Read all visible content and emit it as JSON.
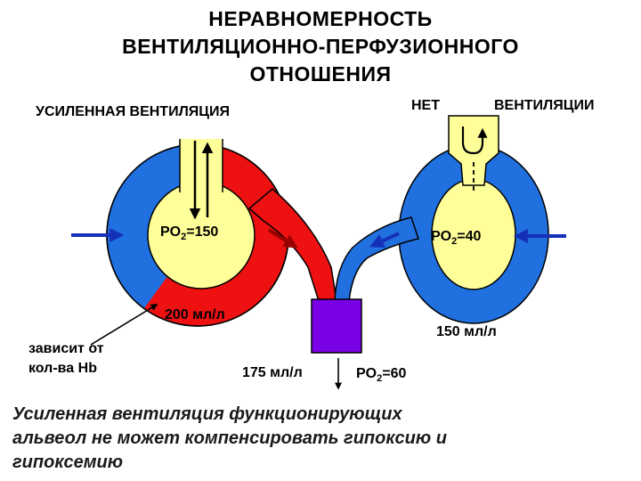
{
  "title": {
    "line1": "НЕРАВНОМЕРНОСТЬ",
    "line2": "ВЕНТИЛЯЦИОННО-ПЕРФУЗИОННОГО",
    "line3": "ОТНОШЕНИЯ"
  },
  "labels": {
    "increased_ventilation": "УСИЛЕННАЯ ВЕНТИЛЯЦИЯ",
    "no_ventilation_part1": "НЕТ",
    "no_ventilation_part2": "ВЕНТИЛЯЦИИ"
  },
  "po2": {
    "prefix": "PO",
    "subscript": "2",
    "left_value": "=150",
    "right_value": "=40",
    "bottom_value": "=60"
  },
  "flows": {
    "left": "200 мл/л",
    "right": "150 мл/л",
    "mixed": "175 мл/л"
  },
  "note": {
    "line1": "зависит от",
    "line2": "кол-ва Hb"
  },
  "caption": {
    "line1": "Усиленная вентиляция функционирующих",
    "line2": "альвеол не может компенсировать гипоксию и",
    "line3": "гипоксемию"
  },
  "colors": {
    "venous_blue": "#2070e0",
    "arterial_red": "#ee1111",
    "alveolus_yellow": "#ffff99",
    "mixed_purple": "#7a00e6",
    "arrow_blue": "#1530b8",
    "arrow_dark_red": "#990000"
  },
  "icons": {
    "airflow_in_out": "double-vertical-arrow-icon",
    "blocked_airflow": "u-turn-arrow-icon",
    "blood_flow": "arrow-icon"
  }
}
